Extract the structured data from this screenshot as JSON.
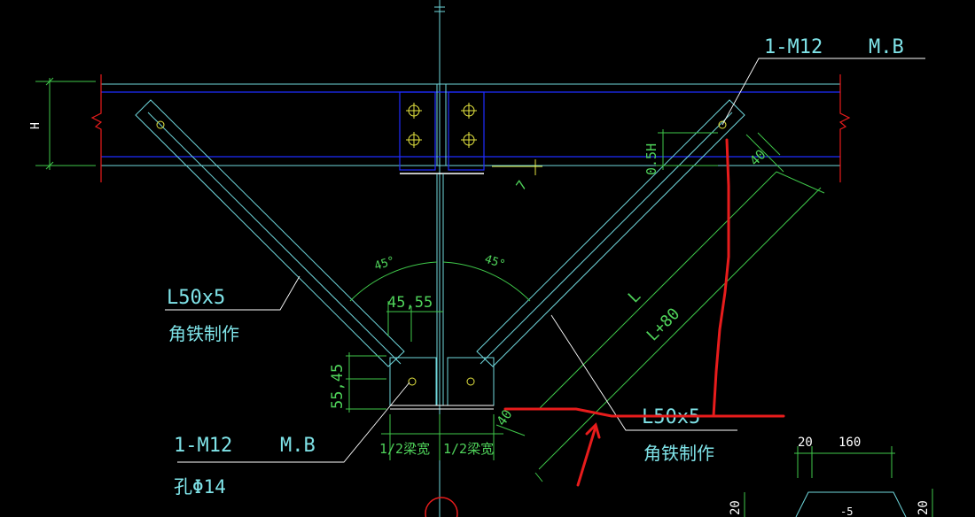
{
  "colors": {
    "background": "#000000",
    "cyan": "#6fd7dc",
    "blue": "#1e2cff",
    "green": "#3fc84a",
    "red": "#e81c1c",
    "yellow": "#e6e640",
    "white": "#ffffff"
  },
  "labels": {
    "bolt_top": "1-M12",
    "bolt_top_type": "M.B",
    "bolt_bottom": "1-M12",
    "bolt_bottom_type": "M.B",
    "hole": "孔Φ14",
    "angle_left": "L50x5",
    "angle_left_note": "角铁制作",
    "angle_right": "L50x5",
    "angle_right_note": "角铁制作",
    "angle_deg_left": "45°",
    "angle_deg_right": "45°"
  },
  "dimensions": {
    "height": "H",
    "half_height": "0.5H",
    "width_55": "45,55",
    "height_55": "55,45",
    "half_width_left": "1/2梁宽",
    "half_width_right": "1/2梁宽",
    "length": "L",
    "length_plus": "L+80",
    "offset_top": "40",
    "offset_bottom": "40",
    "plate_20": "20",
    "plate_160": "160",
    "plate_20b": "20",
    "plate_20c": "20",
    "plate_minus5": "-5",
    "flange": "7"
  }
}
